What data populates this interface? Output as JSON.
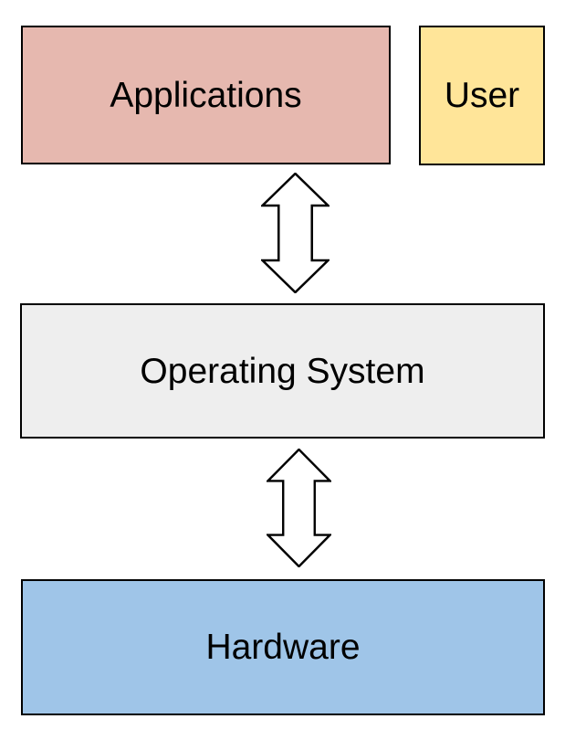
{
  "diagram": {
    "background": "#ffffff",
    "stroke_color": "#000000",
    "text_color": "#000000",
    "nodes": [
      {
        "id": "applications",
        "label": "Applications",
        "fill": "#e6b8af"
      },
      {
        "id": "user",
        "label": "User",
        "fill": "#ffe599"
      },
      {
        "id": "operating-system",
        "label": "Operating System",
        "fill": "#eeeeee"
      },
      {
        "id": "hardware",
        "label": "Hardware",
        "fill": "#9fc5e8"
      }
    ],
    "connectors": [
      {
        "id": "apps-os",
        "type": "double-headed-vertical-arrow",
        "between": [
          "Applications",
          "Operating System"
        ],
        "fill": "#ffffff",
        "stroke": "#000000"
      },
      {
        "id": "os-hardware",
        "type": "double-headed-vertical-arrow",
        "between": [
          "Operating System",
          "Hardware"
        ],
        "fill": "#ffffff",
        "stroke": "#000000"
      }
    ]
  }
}
